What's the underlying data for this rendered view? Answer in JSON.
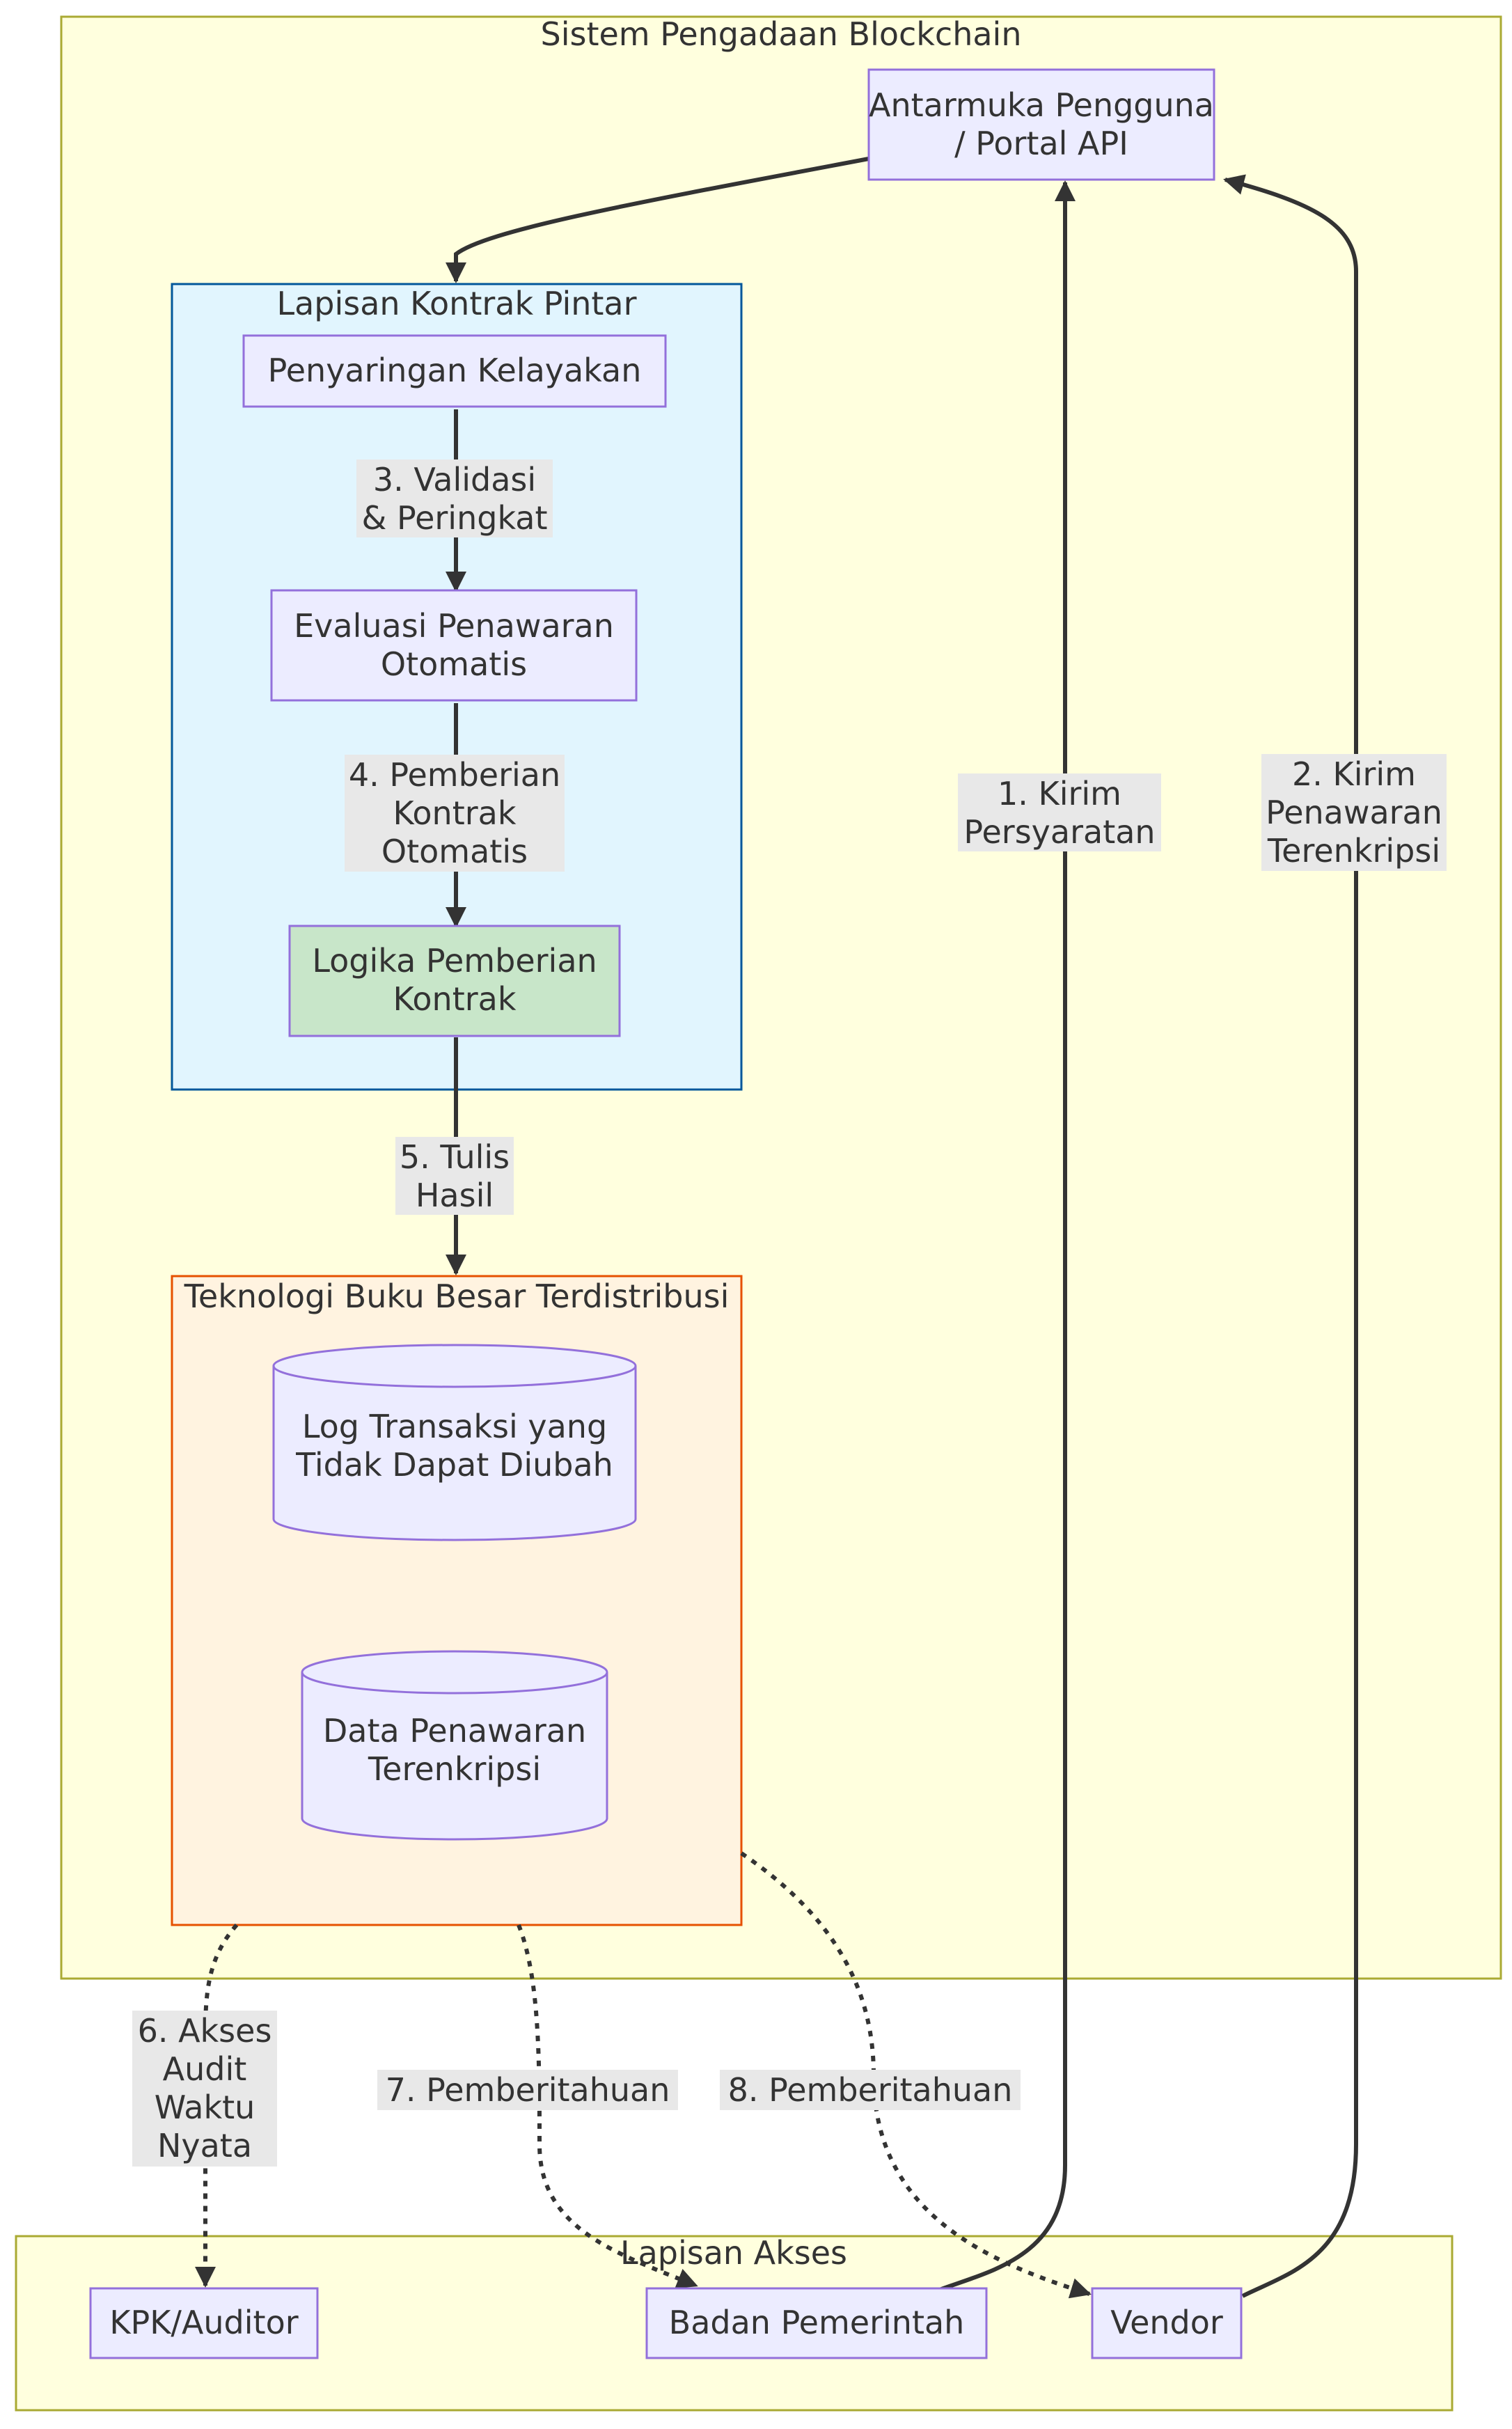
{
  "colors": {
    "outer_fill": "#ffffde",
    "outer_stroke": "#aaaa33",
    "smart_fill": "#e1f5fe",
    "smart_stroke": "#01579b",
    "ledger_fill": "#fff3e0",
    "ledger_stroke": "#e65100",
    "node_fill": "#ececff",
    "node_stroke": "#9370db",
    "green_fill": "#c8e6c9",
    "edge": "#333333",
    "label_bg": "#e8e8e8"
  },
  "clusters": {
    "system": "Sistem Pengadaan Blockchain",
    "smart_contract": "Lapisan Kontrak Pintar",
    "ledger": "Teknologi Buku Besar Terdistribusi",
    "access": "Lapisan Akses"
  },
  "nodes": {
    "ui": [
      "Antarmuka Pengguna",
      "/ Portal API"
    ],
    "screening": [
      "Penyaringan Kelayakan"
    ],
    "evaluation": [
      "Evaluasi Penawaran",
      "Otomatis"
    ],
    "award": [
      "Logika Pemberian",
      "Kontrak"
    ],
    "tx_log": [
      "Log Transaksi yang",
      "Tidak Dapat Diubah"
    ],
    "bid_data": [
      "Data Penawaran",
      "Terenkripsi"
    ],
    "auditor": [
      "KPK/Auditor"
    ],
    "gov": [
      "Badan Pemerintah"
    ],
    "vendor": [
      "Vendor"
    ]
  },
  "edges": {
    "e1": [
      "1. Kirim",
      "Persyaratan"
    ],
    "e2": [
      "2. Kirim",
      "Penawaran",
      "Terenkripsi"
    ],
    "e3": [
      "3. Validasi",
      "& Peringkat"
    ],
    "e4": [
      "4. Pemberian",
      "Kontrak",
      "Otomatis"
    ],
    "e5": [
      "5. Tulis",
      "Hasil"
    ],
    "e6": [
      "6. Akses",
      "Audit",
      "Waktu",
      "Nyata"
    ],
    "e7": [
      "7. Pemberitahuan"
    ],
    "e8": [
      "8. Pemberitahuan"
    ]
  }
}
